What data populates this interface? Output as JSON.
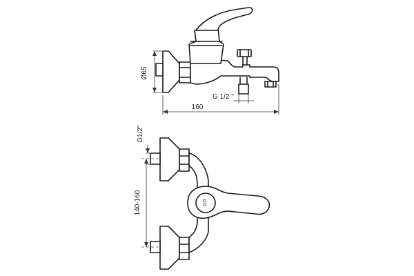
{
  "dimensions": {
    "diameter": "Ø65",
    "width": "160",
    "inlet_thread": "G 1/2 \"",
    "thread_top": "G1/2\"",
    "center_distance": "140-160"
  },
  "marks": {
    "cartridge_mark": "GD"
  }
}
